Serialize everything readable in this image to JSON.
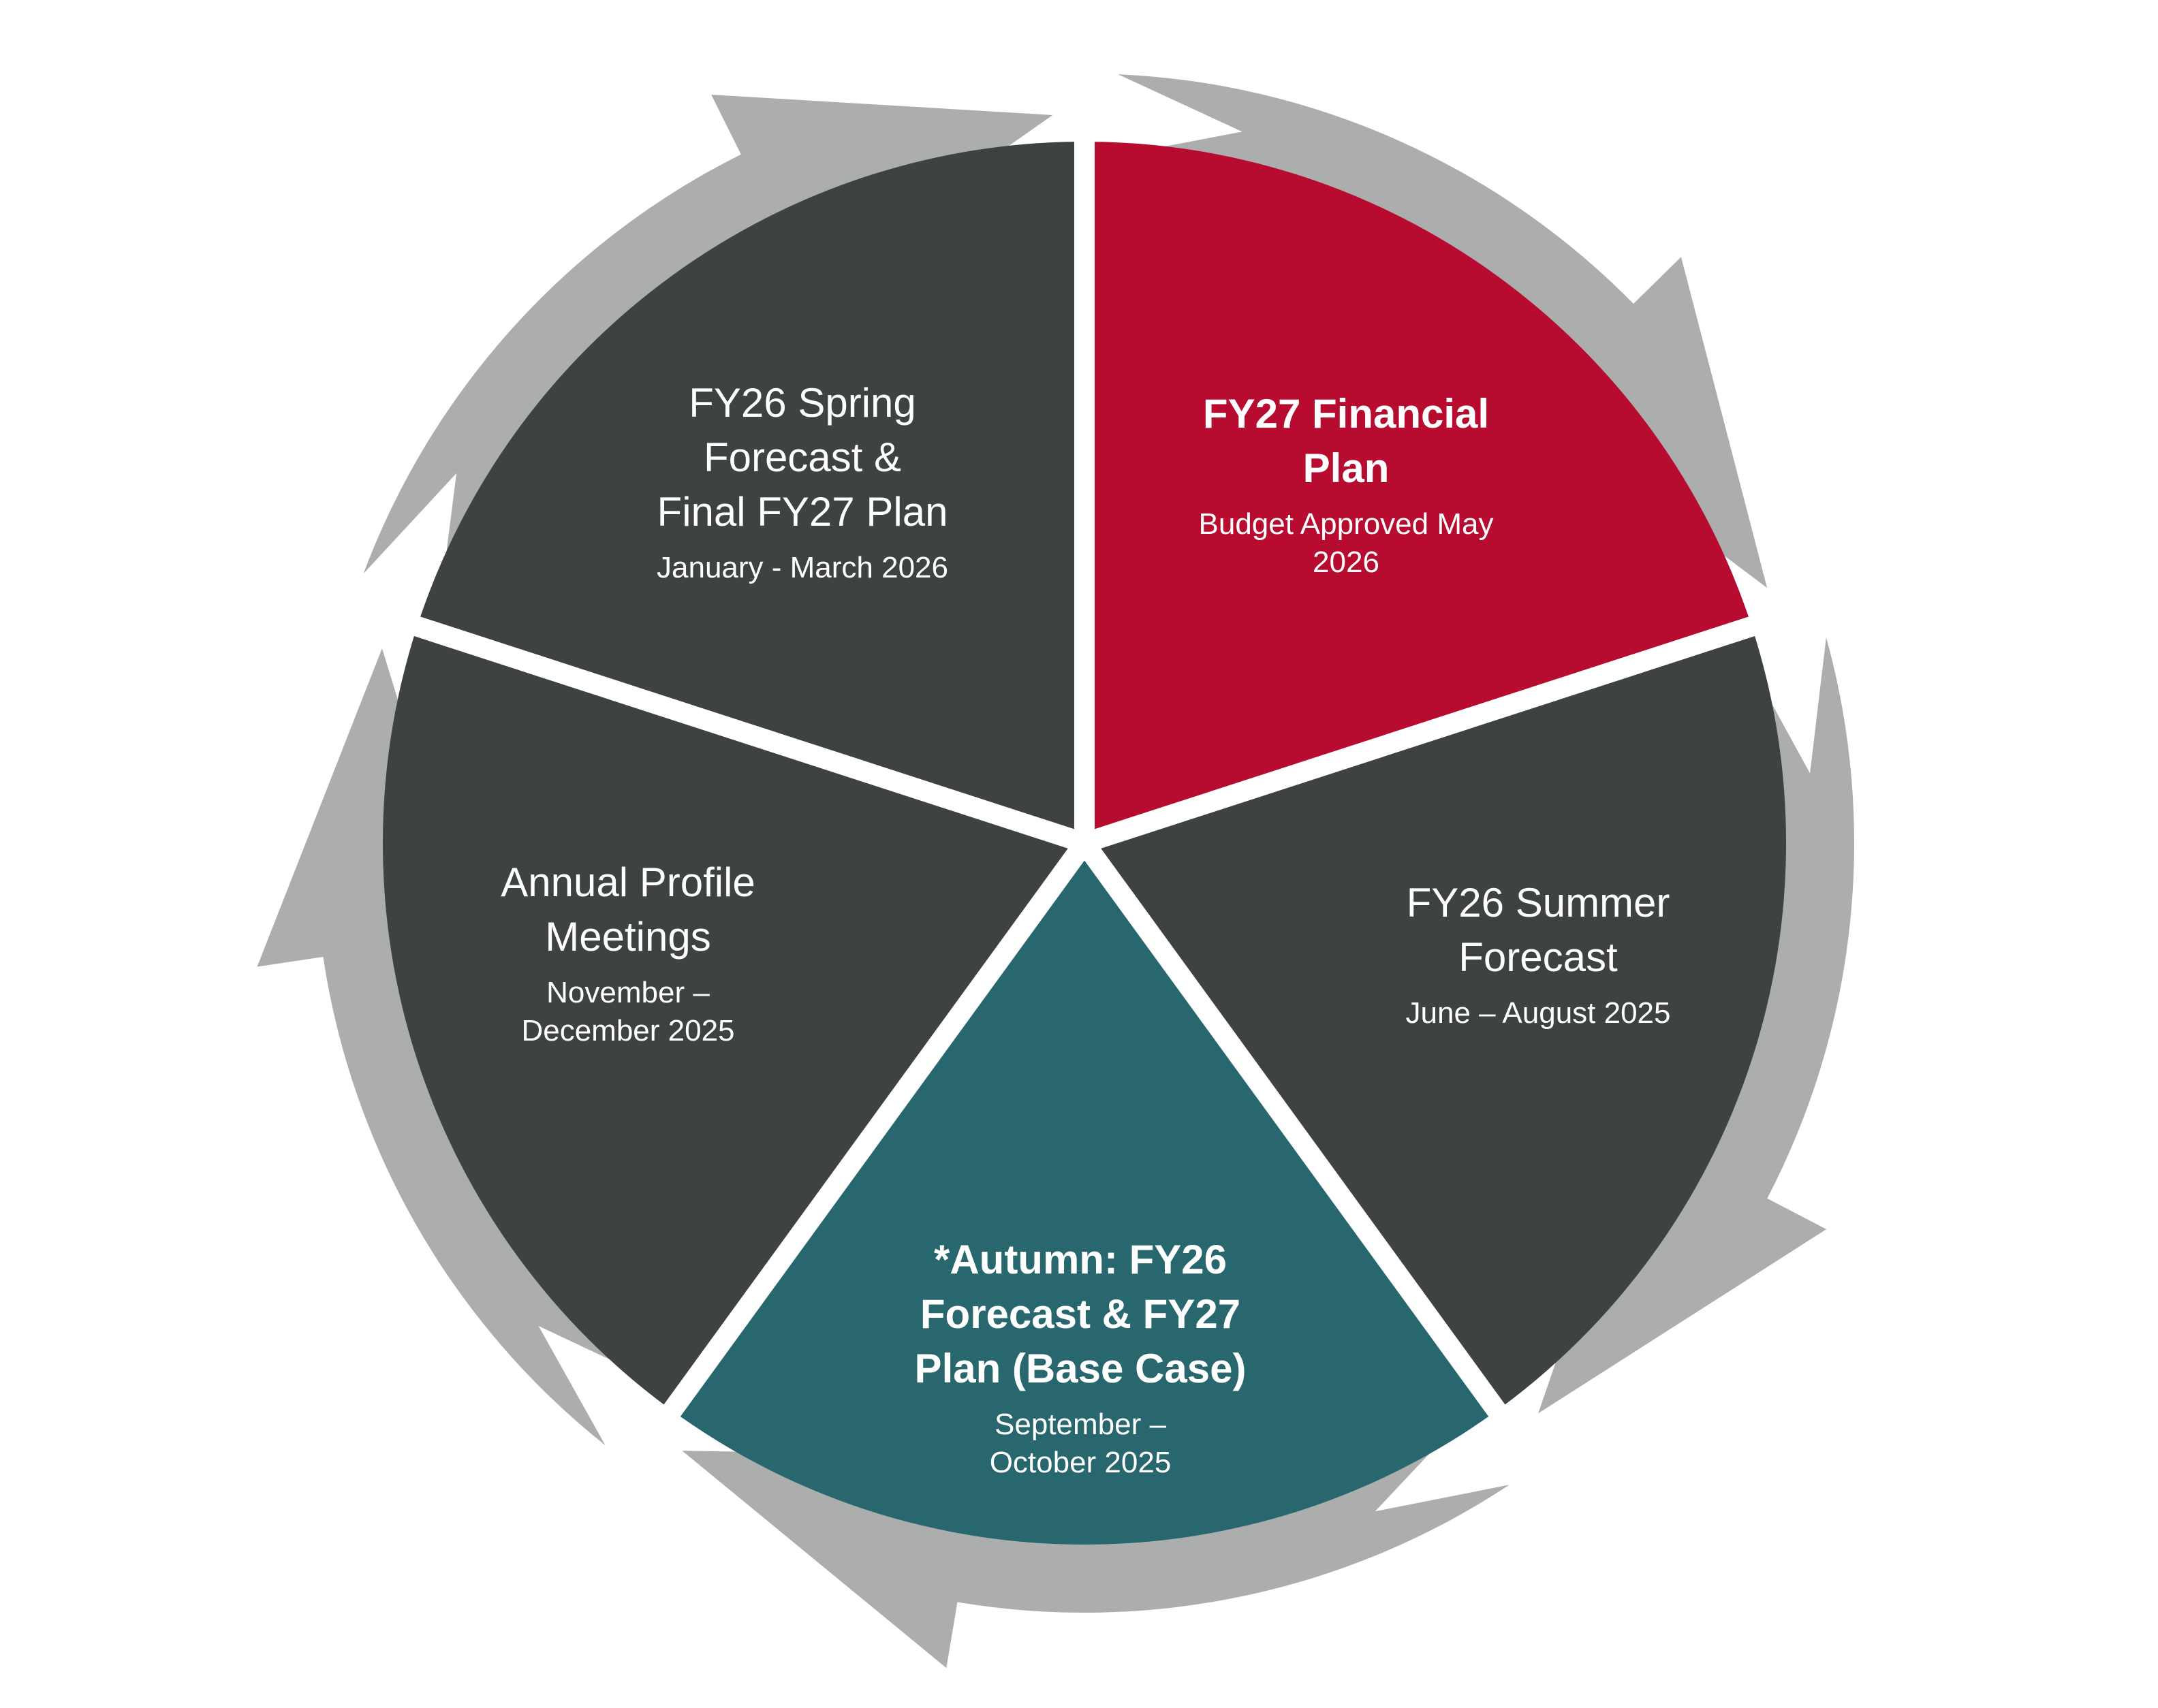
{
  "colors": {
    "background": "#ffffff",
    "ring_arrow": "#acadad",
    "segment_dark": "#3e4242",
    "segment_highlight": "#b70c30",
    "segment_teal": "#27676d",
    "text": "#ffffff"
  },
  "segments": [
    {
      "id": "fy27-financial-plan",
      "color": "#b70c30",
      "bold": true,
      "title_lines": [
        "FY27 Financial",
        "Plan"
      ],
      "sub_lines": [
        "Budget Approved May",
        "2026"
      ]
    },
    {
      "id": "fy26-summer-forecast",
      "color": "#3e4242",
      "bold": false,
      "title_lines": [
        "FY26 Summer",
        "Forecast"
      ],
      "sub_lines": [
        "June – August 2025"
      ]
    },
    {
      "id": "autumn-forecast-plan",
      "color": "#27676d",
      "bold": true,
      "title_lines": [
        "*Autumn: FY26",
        "Forecast & FY27",
        "Plan (Base Case)"
      ],
      "sub_lines": [
        "September –",
        "October 2025"
      ]
    },
    {
      "id": "annual-profile-meetings",
      "color": "#3e4242",
      "bold": false,
      "title_lines": [
        "Annual Profile",
        "Meetings"
      ],
      "sub_lines": [
        "November –",
        "December 2025"
      ]
    },
    {
      "id": "fy26-spring-forecast",
      "color": "#3e4242",
      "bold": false,
      "title_lines": [
        "FY26 Spring",
        "Forecast &",
        "Final FY27 Plan"
      ],
      "sub_lines": [
        "January - March 2026"
      ]
    }
  ]
}
